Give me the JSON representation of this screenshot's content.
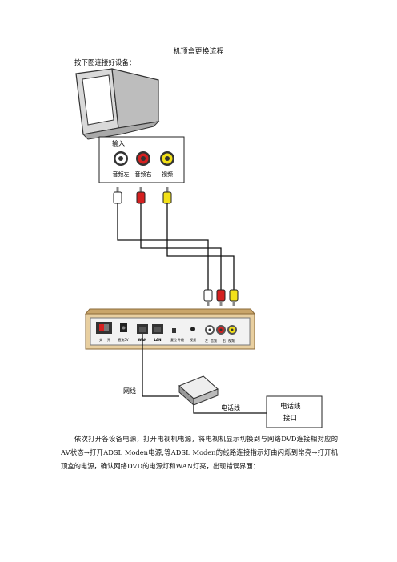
{
  "document": {
    "title": "机顶盒更换流程",
    "intro": "按下图连接好设备：",
    "paragraph": "依次打开各设备电源，打开电视机电源，将电视机显示切换到与网络DVD连接相对应的AV状态→打开ADSL Moden电源,等ADSL Moden的线路连接指示灯由闪烁到常亮→打开机顶盒的电源，确认网络DVD的电源灯和WAN灯亮，出现错误界面："
  },
  "diagram": {
    "input_panel": {
      "title": "输入",
      "ports": [
        {
          "label": "音频左",
          "color": "#ffffff"
        },
        {
          "label": "音频右",
          "color": "#d42020"
        },
        {
          "label": "视频",
          "color": "#f2e018"
        }
      ]
    },
    "stb_panel": {
      "switch_labels": [
        "关",
        "开"
      ],
      "power_jack_label": "直流5V",
      "wan_label": "WAN",
      "lan_label": "LAN",
      "reset_label": "复位",
      "upgrade_label": "升级",
      "video_label": "视频",
      "rear_av_labels": [
        "左",
        "音频",
        "右",
        "视频"
      ],
      "body_color": "#e8cfa0"
    },
    "network_cable_label": "网线",
    "phone_cable_label": "电话线",
    "phone_jack_box": {
      "line1": "电话线",
      "line2": "接口"
    }
  }
}
